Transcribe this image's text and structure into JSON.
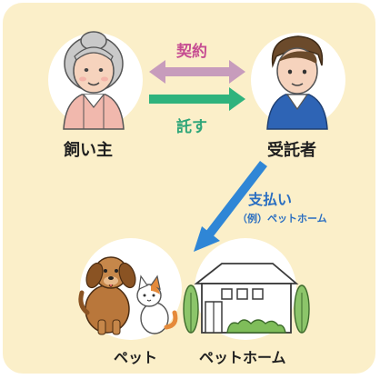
{
  "people": {
    "owner_label": "飼い主",
    "trustee_label": "受託者"
  },
  "arrows": {
    "contract_label": "契約",
    "entrust_label": "託す",
    "payment_label": "支払い",
    "payment_example": "（例）ペットホーム"
  },
  "destinations": {
    "pet_label": "ペット",
    "home_label": "ペットホーム"
  },
  "colors": {
    "background_panel": "#fbefc9",
    "contract_arrow": "#c79cbc",
    "contract_text": "#c64d92",
    "entrust_arrow": "#2fb37d",
    "entrust_text": "#2fa679",
    "payment_arrow": "#2f86d6",
    "payment_text": "#2a6ec1"
  }
}
